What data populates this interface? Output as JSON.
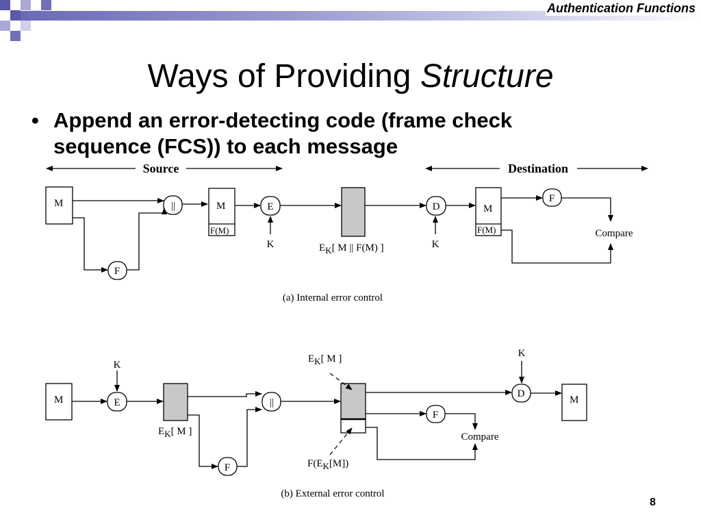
{
  "header": {
    "text": "Authentication Functions"
  },
  "title": {
    "main": "Ways of Providing ",
    "emphasis": "Structure"
  },
  "bullet": {
    "symbol": "•",
    "text": "Append an error-detecting code (frame check sequence (FCS)) to each message"
  },
  "diagram_a": {
    "source_label": "Source",
    "destination_label": "Destination",
    "m": "M",
    "concat": "||",
    "f": "F",
    "e": "E",
    "d": "D",
    "k": "K",
    "fm": "F(M)",
    "e_sub": "E",
    "e_sub_k": "K",
    "enc_suffix": "[ M || F(M) ]",
    "compare": "Compare",
    "caption": "(a) Internal error control"
  },
  "diagram_b": {
    "m": "M",
    "k": "K",
    "e": "E",
    "d": "D",
    "f": "F",
    "concat": "||",
    "e_sub": "E",
    "e_sub_k": "K",
    "ek_suffix": "[ M ]",
    "f_prefix": "F(",
    "f_suffix": "[M])",
    "compare": "Compare",
    "caption": "(b) External error control"
  },
  "page_number": "8",
  "colors": {
    "accent": "#5a5aa8",
    "shaded_box": "#c8c8c8"
  }
}
